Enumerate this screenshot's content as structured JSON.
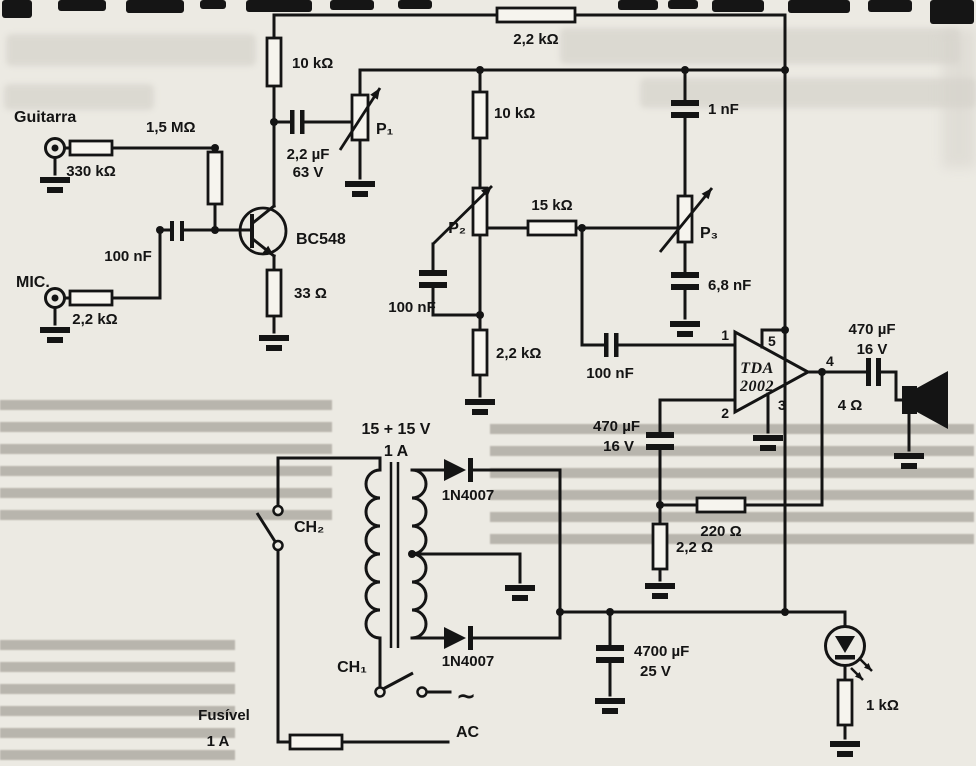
{
  "colors": {
    "ink": "#141414",
    "paper": "#eceae3",
    "ghost_text": "#9c9890"
  },
  "schematic": {
    "inputs": {
      "guitar_label": "Guitarra",
      "mic_label": "MIC.",
      "r_guitar": "330 kΩ",
      "r_mic": "2,2 kΩ",
      "r_series": "1,5 MΩ",
      "c_input": "100 nF"
    },
    "preamp": {
      "transistor": "BC548",
      "r_emitter": "33 Ω",
      "r_collector": "10 kΩ",
      "r_supply": "2,2 kΩ",
      "c_coupling": "2,2 µF",
      "c_coupling_voltage": "63 V",
      "pot_volume": "P₁"
    },
    "tone": {
      "r_top": "10 kΩ",
      "c_treble": "1 nF",
      "pot_p2": "P₂",
      "r_mid": "15 kΩ",
      "pot_p3": "P₃",
      "c_p2": "100 nF",
      "r_bottom": "2,2 kΩ",
      "c_p3": "6,8 nF"
    },
    "amp": {
      "c_in": "100 nF",
      "ic_line1": "TDA",
      "ic_line2": "2002",
      "pin1": "1",
      "pin2": "2",
      "pin3": "3",
      "pin4": "4",
      "pin5": "5",
      "c_out": "470 µF",
      "c_out_voltage": "16 V",
      "speaker": "4 Ω",
      "c_fb": "470 µF",
      "c_fb_voltage": "16 V",
      "r_fb": "220 Ω",
      "r_ground": "2,2 Ω"
    },
    "psu": {
      "transformer_voltage": "15 + 15 V",
      "transformer_current": "1 A",
      "switch_ch2": "CH₂",
      "switch_ch1": "CH₁",
      "diode_top": "1N4007",
      "diode_bottom": "1N4007",
      "fuse_label": "Fusível",
      "fuse_rating": "1 A",
      "ac_wave": "~",
      "ac_label": "AC",
      "c_filter": "4700 µF",
      "c_filter_voltage": "25 V",
      "r_led": "1 kΩ"
    }
  }
}
